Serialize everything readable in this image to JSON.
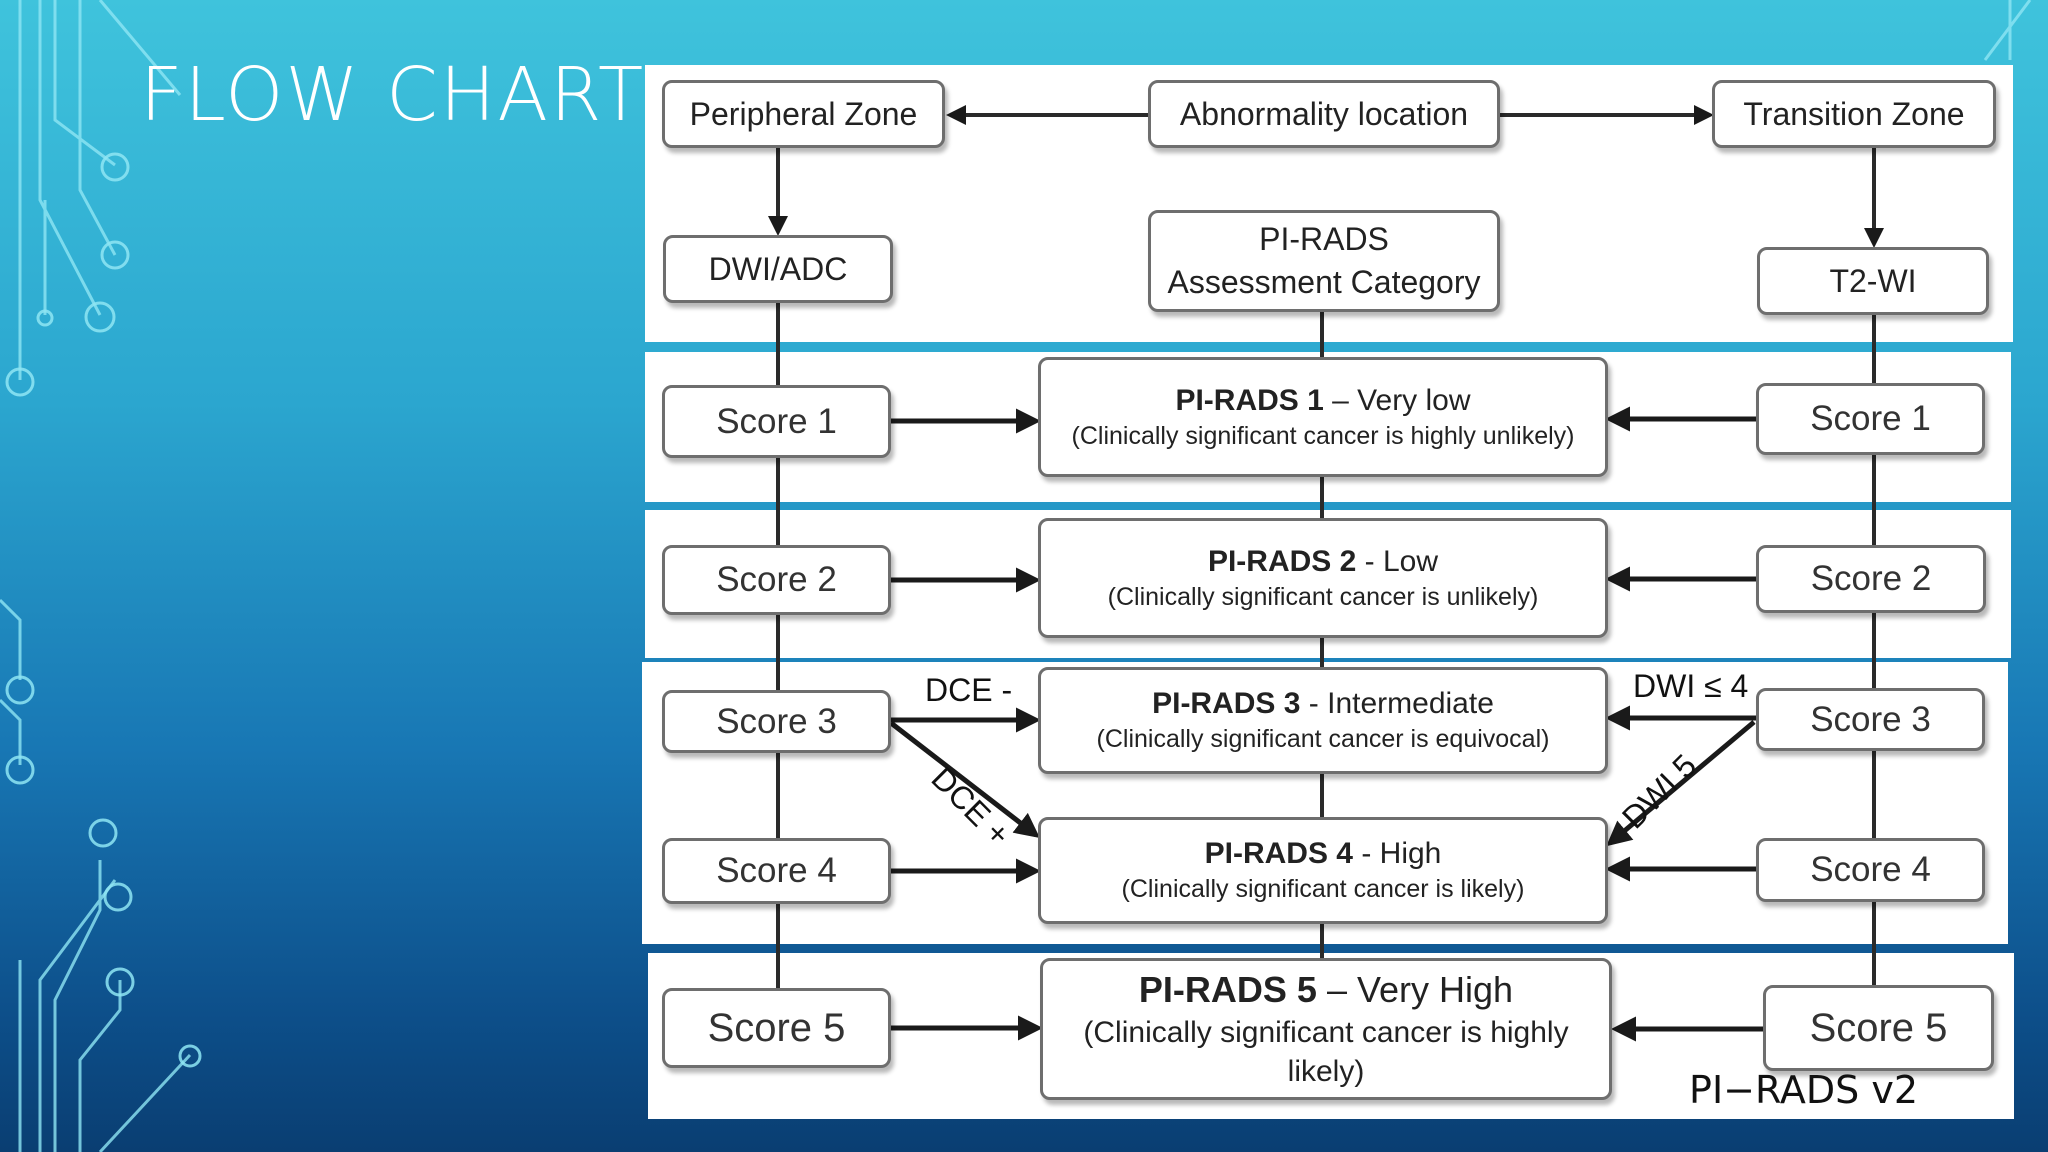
{
  "slide": {
    "title": "FLOW CHART",
    "footnote": "PI−RADS v2"
  },
  "diagram": {
    "location": {
      "center": "Abnormality location",
      "left": "Peripheral Zone",
      "right": "Transition Zone"
    },
    "sequences": {
      "left": "DWI/ADC",
      "right": "T2-WI"
    },
    "assessment_heading": {
      "line1": "PI-RADS",
      "line2": "Assessment Category"
    },
    "scores": [
      "Score 1",
      "Score 2",
      "Score 3",
      "Score 4",
      "Score 5"
    ],
    "categories": [
      {
        "name": "PI-RADS 1",
        "sep": " – ",
        "level": "Very low",
        "desc": "(Clinically significant cancer is highly unlikely)"
      },
      {
        "name": "PI-RADS 2",
        "sep": " - ",
        "level": "Low",
        "desc": "(Clinically significant cancer is unlikely)"
      },
      {
        "name": "PI-RADS 3",
        "sep": " - ",
        "level": "Intermediate",
        "desc": "(Clinically significant cancer is equivocal)"
      },
      {
        "name": "PI-RADS 4",
        "sep": " - ",
        "level": "High",
        "desc": "(Clinically significant cancer is likely)"
      },
      {
        "name": "PI-RADS 5",
        "sep": " – ",
        "level": "Very High",
        "desc": "(Clinically significant cancer is highly likely)"
      }
    ],
    "arrow_labels": {
      "dce_minus": "DCE -",
      "dce_plus": "DCE +",
      "dwi_le4": "DWI ≤ 4",
      "dwi5": "DWI 5"
    }
  }
}
